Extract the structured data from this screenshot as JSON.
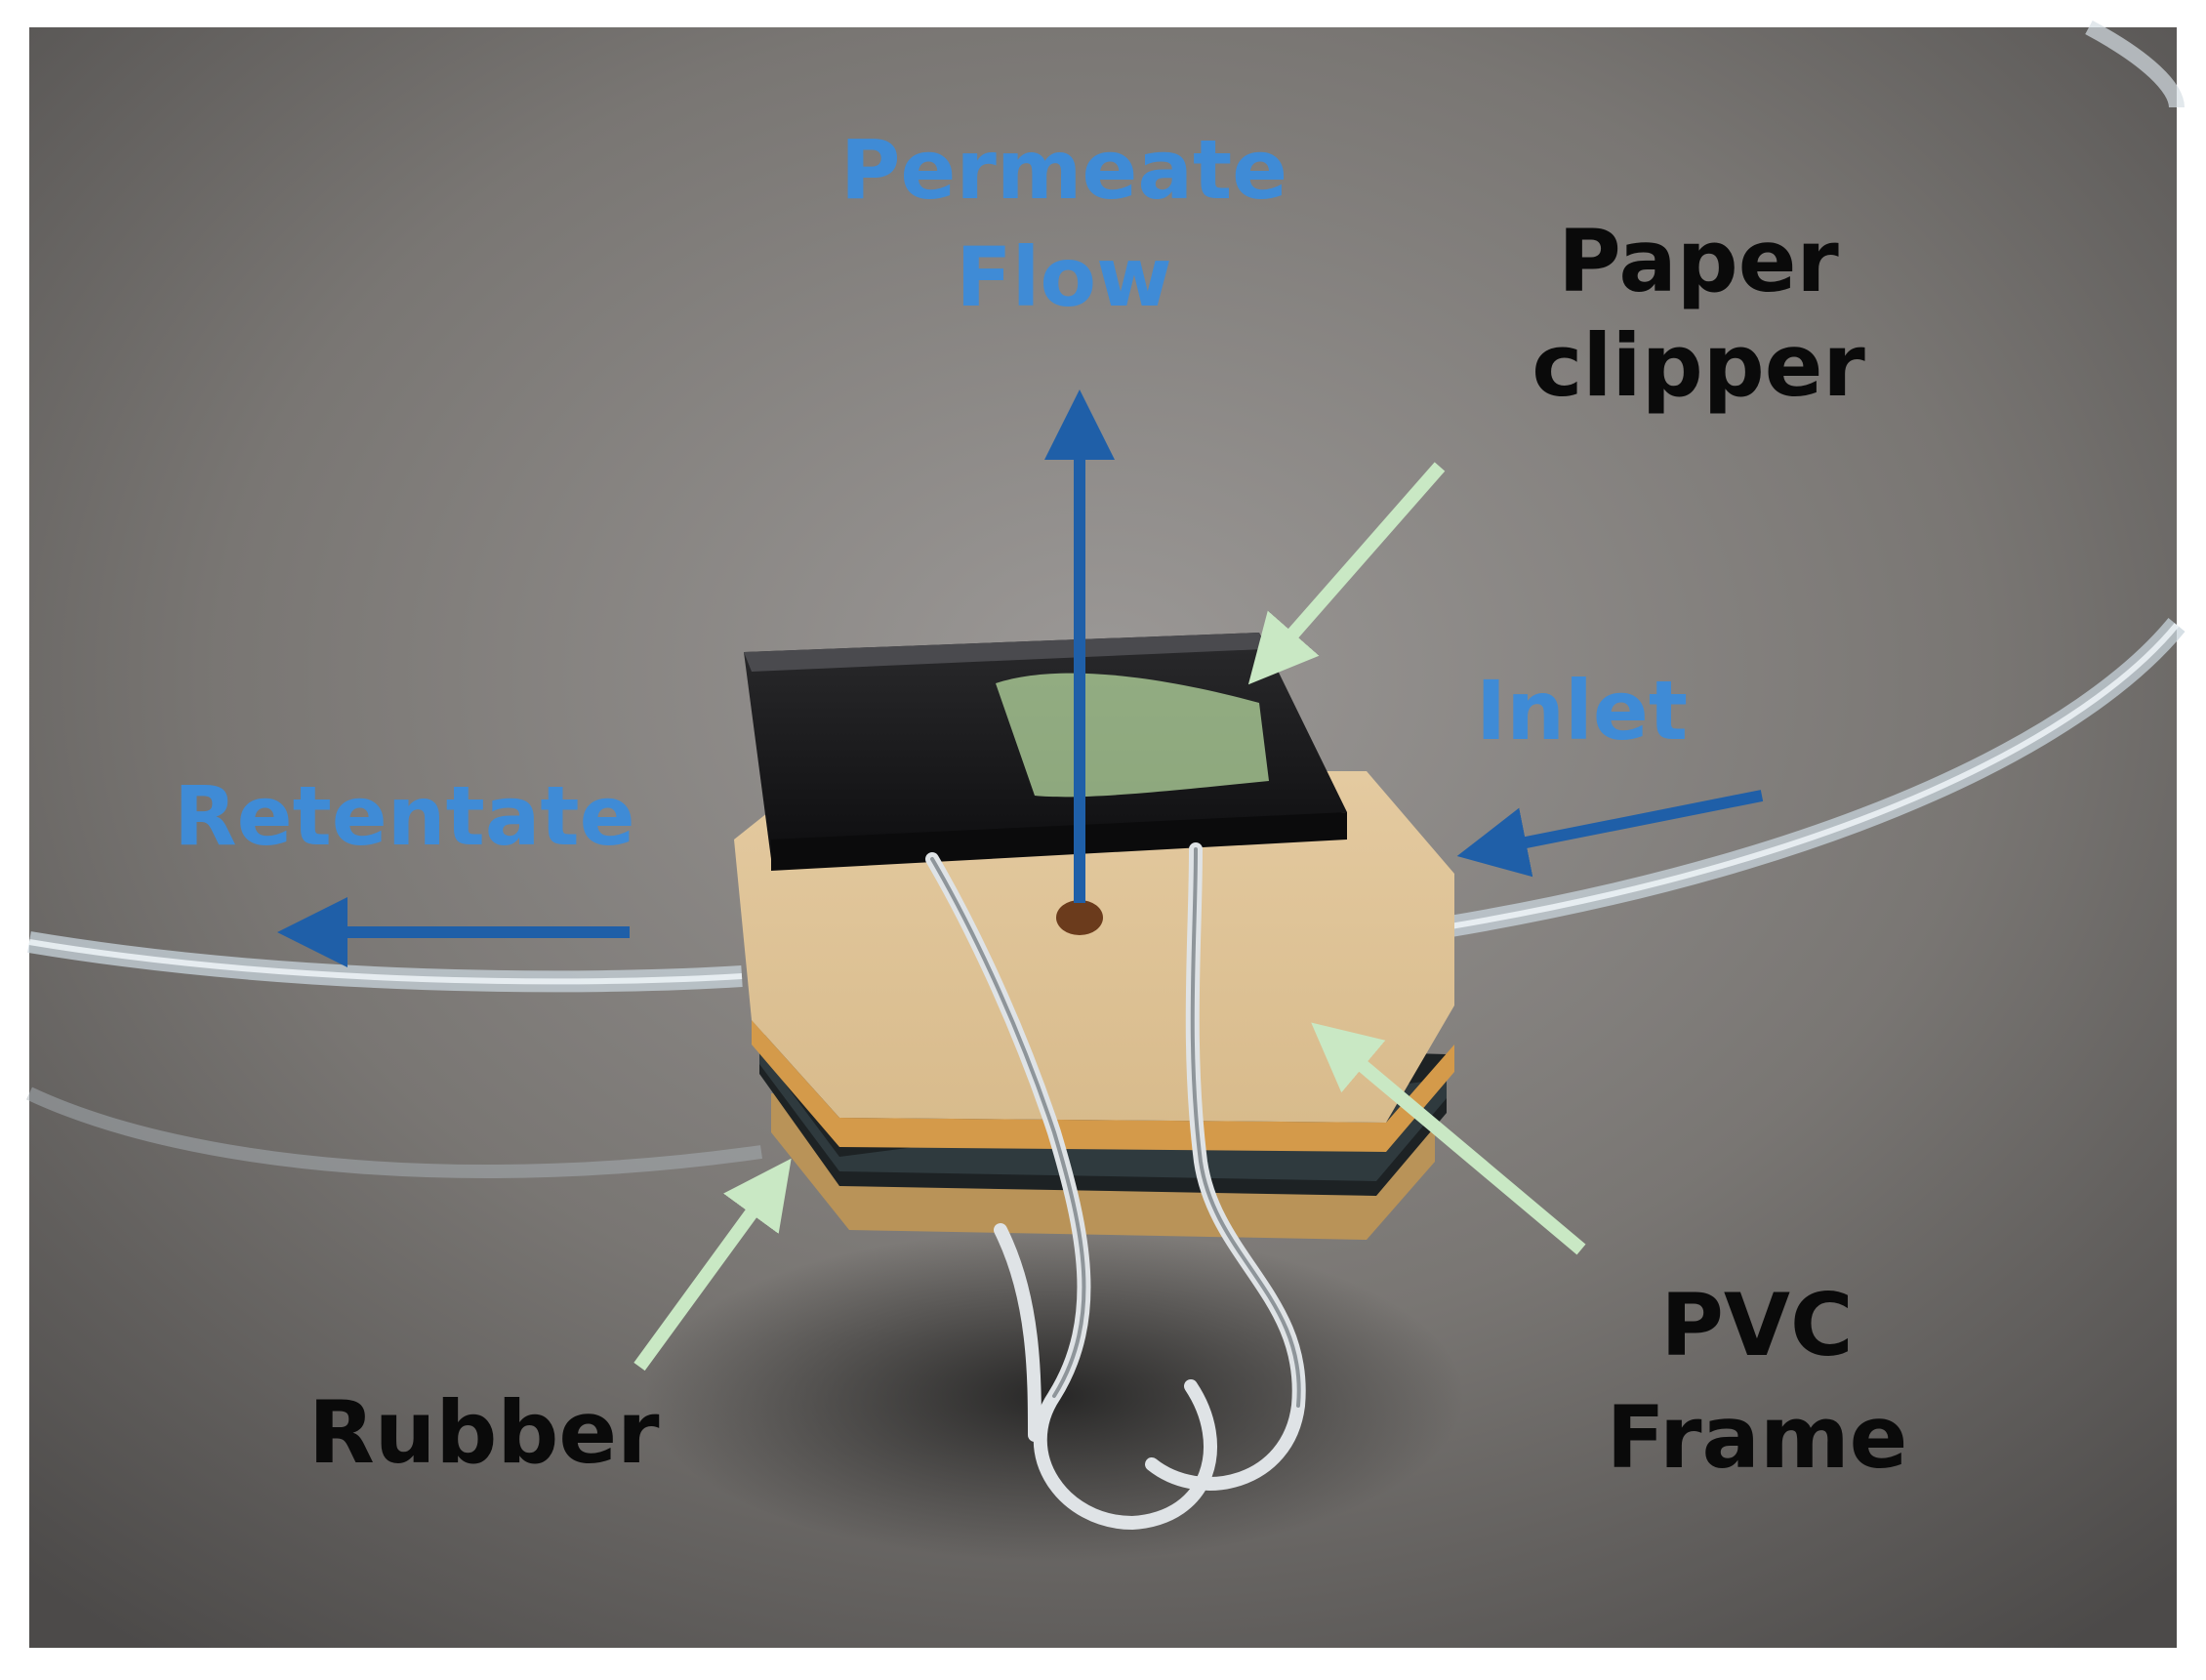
{
  "colors": {
    "flow_label": "#3f8bd6",
    "flow_arrow": "#1f5fa8",
    "pointer_arrow": "#c9e8c4",
    "part_label": "#0a0a0a",
    "background": "#6f6d6b"
  },
  "labels": {
    "permeate_line1": "Permeate",
    "permeate_line2": "Flow",
    "inlet": "Inlet",
    "retentate": "Retentate",
    "paper_line1": "Paper",
    "paper_line2": "clipper",
    "pvc_line1": "PVC",
    "pvc_line2": "Frame",
    "rubber": "Rubber"
  }
}
